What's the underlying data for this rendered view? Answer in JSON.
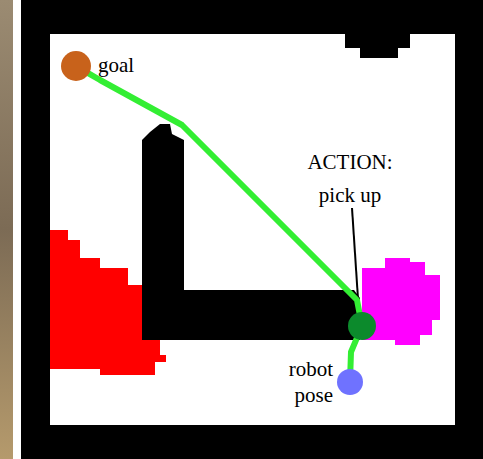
{
  "diagram": {
    "nodes": [
      {
        "text": [
          "goal"
        ]
      },
      {
        "text": [
          "ACTION: pick up"
        ]
      },
      {
        "text": [
          "robot pose"
        ]
      }
    ],
    "edges": [
      {
        "from": 2,
        "to": 1,
        "arrow": "none"
      },
      {
        "from": 1,
        "to": 0,
        "arrow": "none"
      }
    ]
  }
}
